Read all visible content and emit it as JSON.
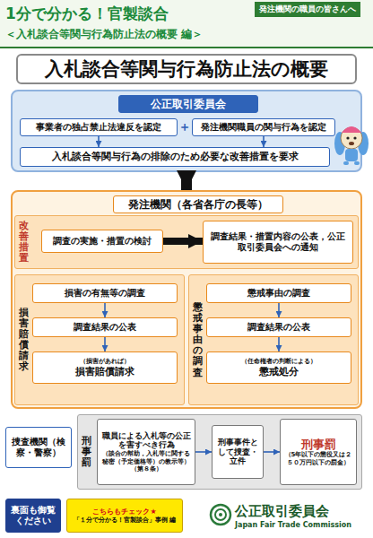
{
  "diagram": {
    "title": "入札談合等関与行為防止法の概要",
    "nodes": [
      {
        "text": [
          "公正取引委員会"
        ]
      },
      {
        "text": [
          "事業者の独占禁止法違反を認定"
        ],
        "in": 0
      },
      {
        "text": [
          "発注機関職員の関与行為を認定"
        ],
        "in": 0
      },
      {
        "text": [
          "入札談合等関与行為の排除のため必要な改善措置を要求"
        ],
        "in": 0
      },
      {
        "text": [
          "発注機関（各省各庁の長等）"
        ]
      },
      {
        "text": [
          "改善措置"
        ],
        "in": 4
      },
      {
        "text": [
          "調査の実施・措置の検討"
        ],
        "in": 5
      },
      {
        "text": [
          "調査結果・措置内容の公表，公正取引委員会への通知"
        ],
        "in": 5
      },
      {
        "text": [
          "損害賠償請求"
        ],
        "in": 4
      },
      {
        "text": [
          "損害の有無等の調査"
        ],
        "in": 8
      },
      {
        "text": [
          "調査結果の公表"
        ],
        "in": 8
      },
      {
        "text": [
          "（損害があれば）",
          "損害賠償請求"
        ],
        "in": 8
      },
      {
        "text": [
          "懲戒事由の調査"
        ],
        "in": 4
      },
      {
        "text": [
          "懲戒事由の調査"
        ],
        "in": 12
      },
      {
        "text": [
          "調査結果の公表"
        ],
        "in": 12
      },
      {
        "text": [
          "（任命権者の判断による）",
          "懲戒処分"
        ],
        "in": 12
      },
      {
        "text": [
          "捜査機関（検察・警察）"
        ]
      },
      {
        "text": [
          "刑事罰"
        ]
      },
      {
        "text": [
          "職員による入札等の公正を害すべき行為",
          "（談合の幇助，入札等に関する秘密（予定価格等）の教示等）（第８条）"
        ],
        "in": 17
      },
      {
        "text": [
          "刑事事件として捜査・立件"
        ],
        "in": 17
      },
      {
        "text": [
          "刑事罰",
          "（5年以下の懲役又は２５０万円以下の罰金）"
        ],
        "in": 17
      },
      {
        "text": [
          "裏面も御覧ください"
        ]
      },
      {
        "text": [
          "こちらもチェック★",
          "「１分で分かる！官製談合」事例 編"
        ]
      }
    ],
    "edges": [
      {
        "from": 1,
        "to": 3,
        "arrow": "to"
      },
      {
        "from": 2,
        "to": 3,
        "arrow": "to"
      },
      {
        "from": 0,
        "to": 4,
        "arrow": "to"
      },
      {
        "from": 6,
        "to": 7,
        "arrow": "to"
      },
      {
        "from": 9,
        "to": 10,
        "arrow": "to"
      },
      {
        "from": 10,
        "to": 11,
        "arrow": "to"
      },
      {
        "from": 13,
        "to": 14,
        "arrow": "to"
      },
      {
        "from": 14,
        "to": 15,
        "arrow": "to"
      },
      {
        "from": 18,
        "to": 19,
        "arrow": "to"
      },
      {
        "from": 19,
        "to": 20,
        "arrow": "to"
      }
    ],
    "labels": [
      "1分で分かる！官製談合",
      "＜入札談合等関与行為防止法の概要 編＞",
      "発注機関の職員の皆さんへ",
      "＋",
      "公正取引委員会",
      "Japan Fair Trade Commission"
    ]
  }
}
